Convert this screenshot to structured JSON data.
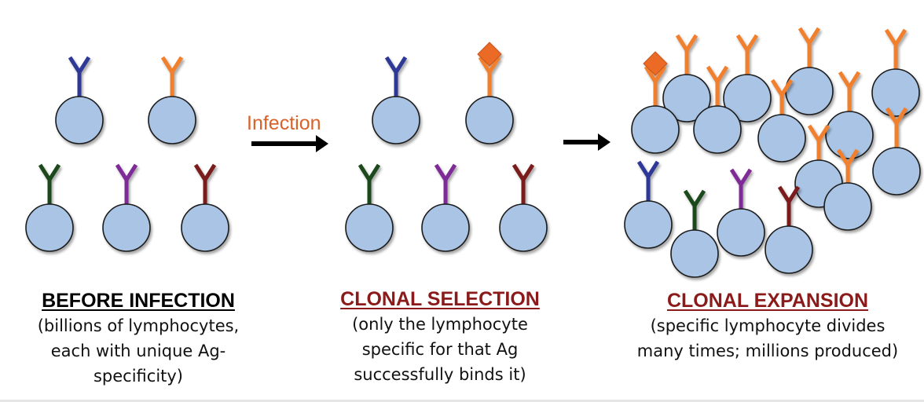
{
  "colors": {
    "cell_fill": "#a9c4e4",
    "cell_stroke": "#1a1a1a",
    "blue": "#2f3896",
    "orange": "#f07f2f",
    "green": "#1f4a1c",
    "purple": "#7e2a97",
    "maroon": "#7a1f1f",
    "antigen": "#ea6a28",
    "arrow": "#000000",
    "title_red": "#8b1a1a",
    "infection_text": "#d9622b"
  },
  "arrow_label": "Infection",
  "top_strip_text": "",
  "panels": [
    {
      "key": "before",
      "title": "BEFORE INFECTION",
      "body": [
        "(billions of lymphocytes,",
        "each with unique Ag-",
        "specificity)"
      ]
    },
    {
      "key": "selection",
      "title": "CLONAL SELECTION",
      "body": [
        "(only the lymphocyte",
        "specific for that Ag",
        "successfully binds it)"
      ]
    },
    {
      "key": "expansion",
      "title": "CLONAL EXPANSION",
      "body": [
        "(specific lymphocyte divides",
        "many times; millions produced)"
      ]
    }
  ]
}
